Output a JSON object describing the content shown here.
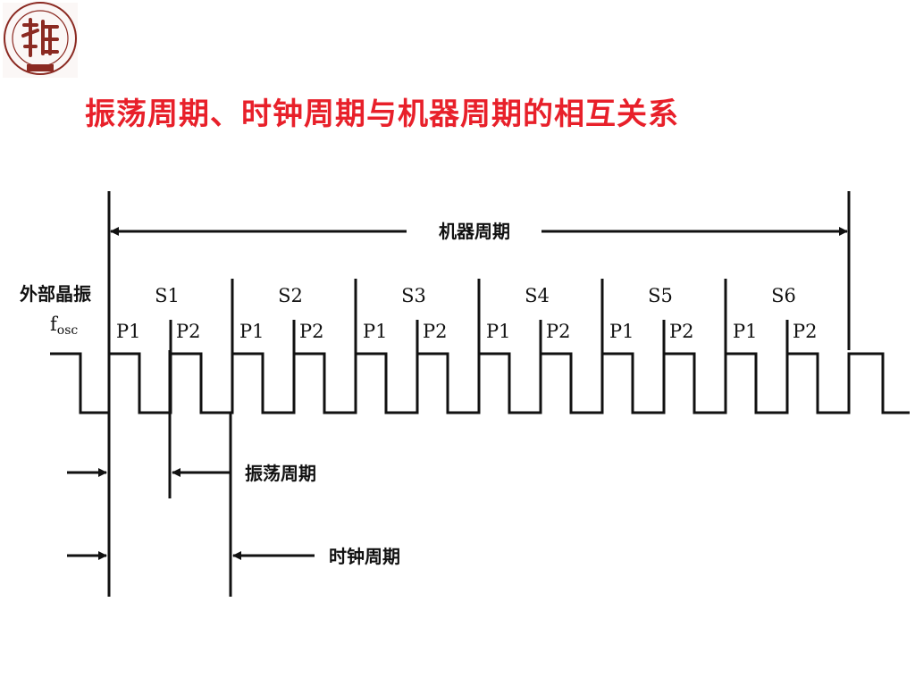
{
  "title": "振荡周期、时钟周期与机器周期的相互关系",
  "title_color": "#e8202a",
  "logo": {
    "icon": "school-seal-icon",
    "color": "#8b2a22"
  },
  "labels": {
    "machine_cycle": "机器周期",
    "external_crystal": "外部晶振",
    "fosc_main": "f",
    "fosc_sub": "osc",
    "oscillation_cycle": "振荡周期",
    "clock_cycle": "时钟周期"
  },
  "states": [
    "S1",
    "S2",
    "S3",
    "S4",
    "S5",
    "S6"
  ],
  "phases": [
    "P1",
    "P2"
  ]
}
